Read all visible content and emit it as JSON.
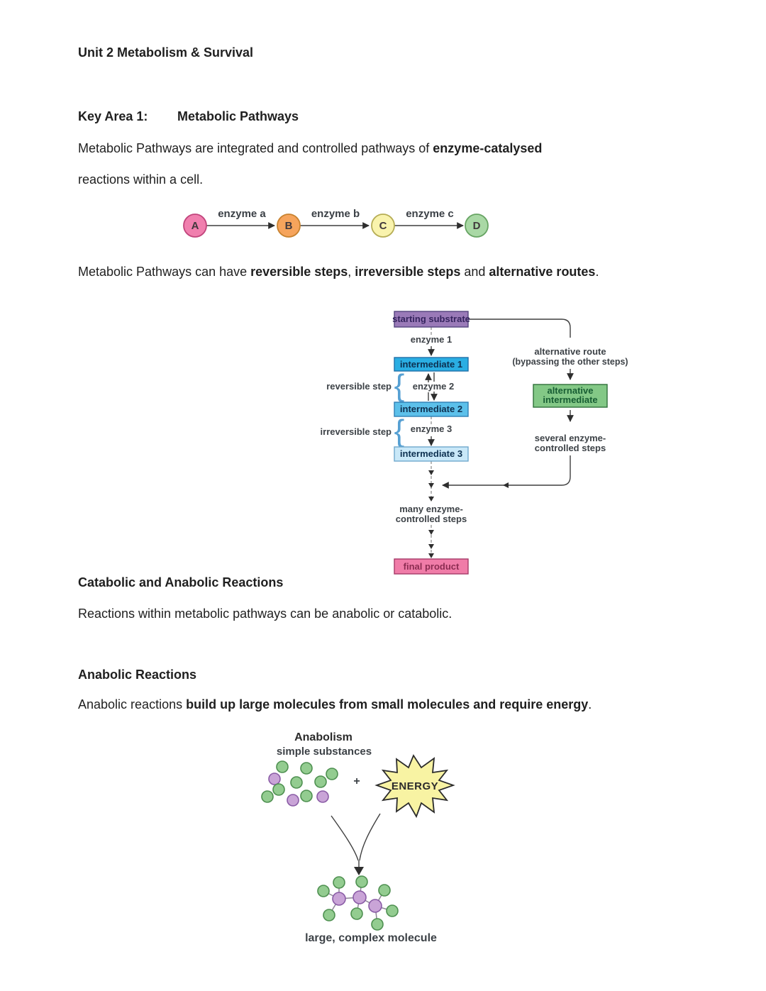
{
  "document": {
    "title": "Unit 2 Metabolism & Survival",
    "key_area_label": "Key Area 1:",
    "key_area_title": "Metabolic Pathways",
    "para1_line1_normal": "Metabolic Pathways are integrated and controlled pathways of ",
    "para1_line1_bold": "enzyme-catalysed",
    "para1_line2": "reactions within a cell.",
    "para2_pre": "Metabolic Pathways can have ",
    "para2_bold1": "reversible steps",
    "para2_mid1": ", ",
    "para2_bold2": "irreversible steps",
    "para2_mid2": " and ",
    "para2_bold3": "alternative routes",
    "para2_end": ".",
    "catabolic_heading": "Catabolic and Anabolic Reactions",
    "para3": "Reactions within metabolic pathways can be anabolic or catabolic.",
    "anabolic_heading": "Anabolic Reactions",
    "para4_normal": "Anabolic reactions ",
    "para4_bold": "build up large molecules from small molecules and require energy",
    "para4_end": "."
  },
  "chain_diagram": {
    "nodes": [
      {
        "label": "A",
        "fill": "#f07fae",
        "stroke": "#c1457c"
      },
      {
        "label": "B",
        "fill": "#f6a45c",
        "stroke": "#c8822f"
      },
      {
        "label": "C",
        "fill": "#f9f3ad",
        "stroke": "#b6ad55"
      },
      {
        "label": "D",
        "fill": "#a9d8a5",
        "stroke": "#67a463"
      }
    ],
    "enzymes": [
      "enzyme a",
      "enzyme b",
      "enzyme c"
    ]
  },
  "pathway_diagram": {
    "starting_substrate": "starting substrate",
    "enzyme1": "enzyme 1",
    "intermediate1": "intermediate 1",
    "enzyme2": "enzyme 2",
    "intermediate2": "intermediate 2",
    "enzyme3": "enzyme 3",
    "intermediate3": "intermediate 3",
    "reversible_step": "reversible step",
    "irreversible_step": "irreversible step",
    "alternative_route_line1": "alternative route",
    "alternative_route_line2": "(bypassing the other steps)",
    "alternative_intermediate_line1": "alternative",
    "alternative_intermediate_line2": "intermediate",
    "several_steps_line1": "several enzyme-",
    "several_steps_line2": "controlled steps",
    "many_steps_line1": "many enzyme-",
    "many_steps_line2": "controlled steps",
    "final_product": "final product",
    "colors": {
      "starting_substrate": "#9a7ab8",
      "intermediate1": "#2aaee3",
      "intermediate2": "#5cc0ea",
      "intermediate3": "#c9e8f8",
      "alternative_intermediate": "#83c886",
      "final_product": "#f07ca8",
      "brace": "#56a0d3"
    }
  },
  "anabolism_diagram": {
    "title": "Anabolism",
    "subtitle": "simple substances",
    "plus": "+",
    "energy_label": "ENERGY",
    "caption": "large, complex molecule",
    "colors": {
      "green_molecule": "#93cc90",
      "purple_molecule": "#c9a4d7",
      "energy_burst": "#f8f3a3"
    }
  }
}
